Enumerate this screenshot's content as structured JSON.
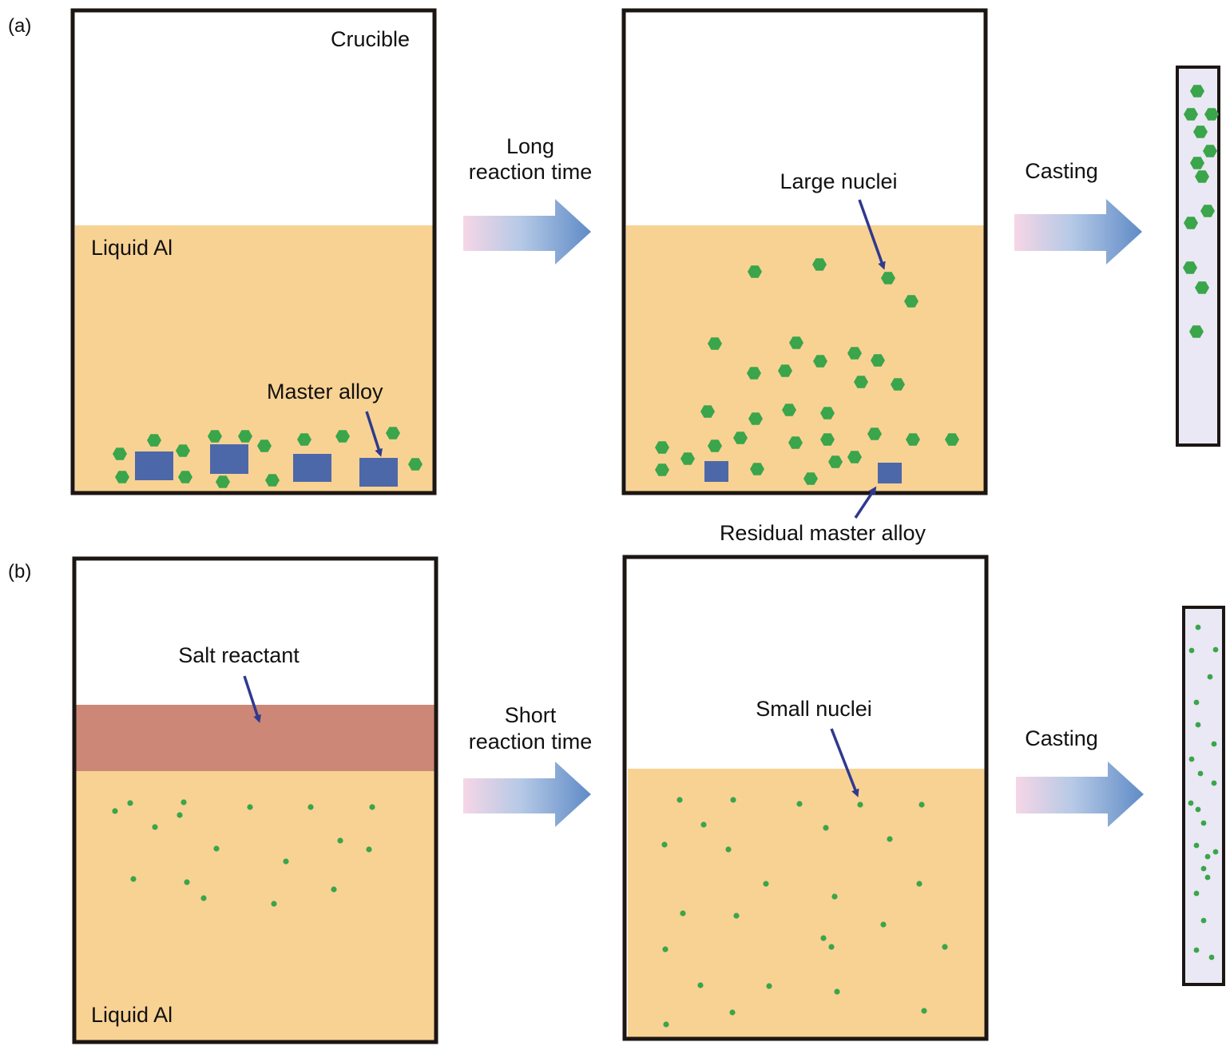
{
  "colors": {
    "liquid": "#f8d293",
    "nucleus": "#3aa54a",
    "master_alloy": "#4d68a9",
    "salt": "#cd8776",
    "frame": "#1c1613",
    "cast_fill": "#e9e8f4",
    "arrow_start": "#f6d6e6",
    "arrow_end": "#5f8bc6",
    "pointer": "#2e3a8f"
  },
  "row_a": {
    "panel_label": "(a)",
    "crucible_label": "Crucible",
    "liquid_label": "Liquid Al",
    "master_alloy_label": "Master alloy",
    "process_label_line1": "Long",
    "process_label_line2": "reaction time",
    "nuclei_label": "Large nuclei",
    "residual_label": "Residual master alloy",
    "casting_label": "Casting"
  },
  "row_b": {
    "panel_label": "(b)",
    "salt_label": "Salt reactant",
    "liquid_label": "Liquid Al",
    "process_label_line1": "Short",
    "process_label_line2": "reaction time",
    "nuclei_label": "Small nuclei",
    "casting_label": "Casting"
  }
}
